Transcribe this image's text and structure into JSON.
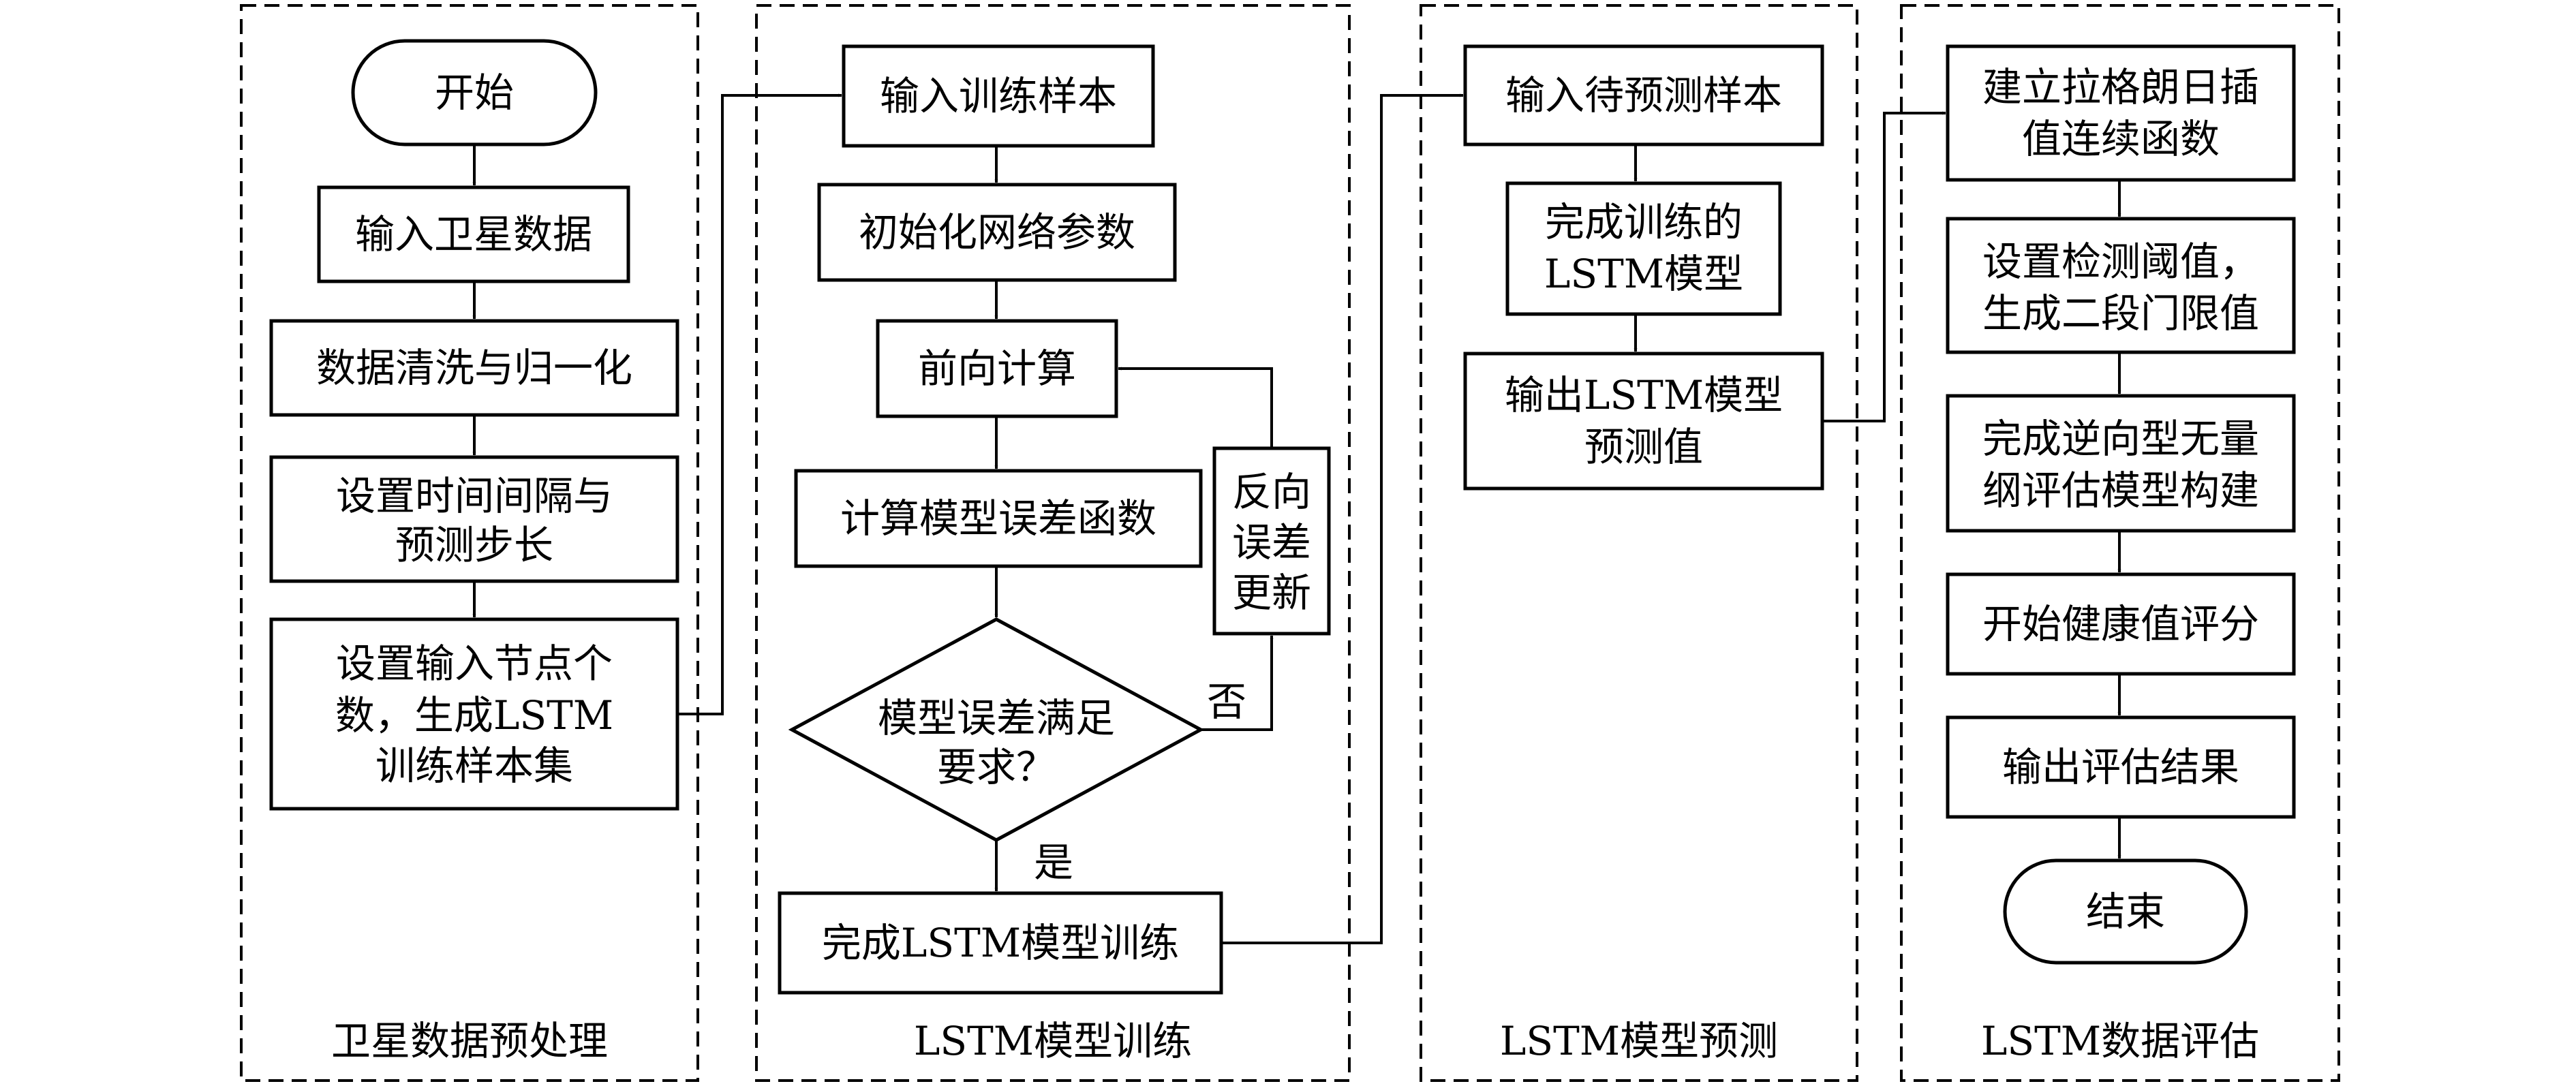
{
  "panels": {
    "preprocess": "卫星数据预处理",
    "training": "LSTM模型训练",
    "prediction": "LSTM模型预测",
    "evaluation": "LSTM数据评估"
  },
  "preprocess": {
    "start": "开始",
    "input_satellite": "输入卫星数据",
    "clean_normalize": "数据清洗与归一化",
    "set_interval": [
      "设置时间间隔与",
      "预测步长"
    ],
    "set_nodes": [
      "设置输入节点个",
      "数，生成LSTM",
      "训练样本集"
    ]
  },
  "training": {
    "input_samples": "输入训练样本",
    "init_params": "初始化网络参数",
    "forward": "前向计算",
    "compute_error": "计算模型误差函数",
    "backprop": [
      "反向",
      "误差",
      "更新"
    ],
    "decision": [
      "模型误差满足",
      "要求？"
    ],
    "no": "否",
    "yes": "是",
    "complete": "完成LSTM模型训练"
  },
  "prediction": {
    "input_samples": "输入待预测样本",
    "trained_model": [
      "完成训练的",
      "LSTM模型"
    ],
    "output": [
      "输出LSTM模型",
      "预测值"
    ]
  },
  "evaluation": {
    "lagrange": [
      "建立拉格朗日插",
      "值连续函数"
    ],
    "threshold": [
      "设置检测阈值，",
      "生成二段门限值"
    ],
    "model": [
      "完成逆向型无量",
      "纲评估模型构建"
    ],
    "score": "开始健康值评分",
    "output": "输出评估结果",
    "end": "结束"
  }
}
